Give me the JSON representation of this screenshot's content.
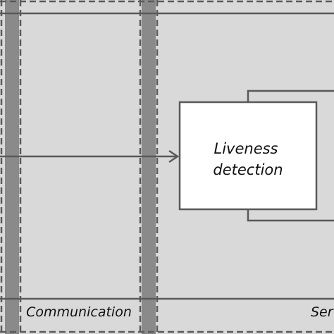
{
  "diagram": {
    "process_box": {
      "line1": "Liveness",
      "line2": "detection"
    },
    "lanes": {
      "communication": "Communication",
      "service": "Ser"
    }
  },
  "colors": {
    "background": "#d9d9d9",
    "bar": "#8a8a8a",
    "dash": "#5a5a5a",
    "line": "#595959",
    "box_fill": "#ffffff",
    "text": "#111111"
  }
}
